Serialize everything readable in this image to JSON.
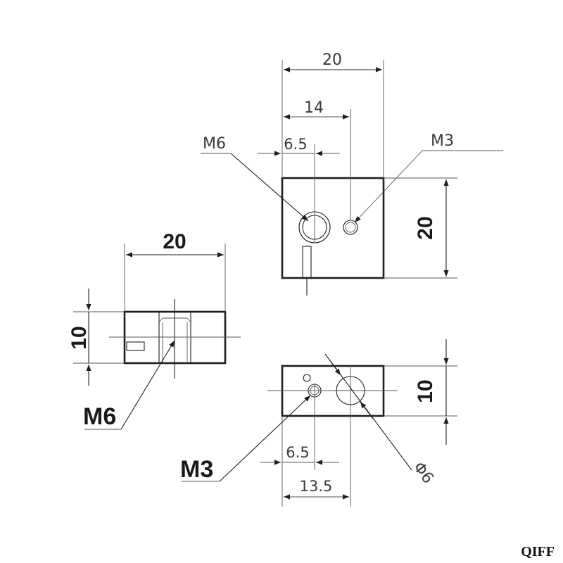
{
  "top_view": {
    "dim_width": "20",
    "dim_hole_offset": "14",
    "dim_m6_offset": "6.5",
    "dim_height": "20",
    "label_m6": "M6",
    "label_m3": "M3"
  },
  "side_view": {
    "dim_width": "20",
    "dim_height": "10",
    "label_m6": "M6"
  },
  "bottom_view": {
    "dim_height": "10",
    "dim_m3_offset": "6.5",
    "dim_hole_offset": "13.5",
    "label_m3": "M3",
    "label_dia": "Φ6"
  },
  "watermark": "QIFF"
}
